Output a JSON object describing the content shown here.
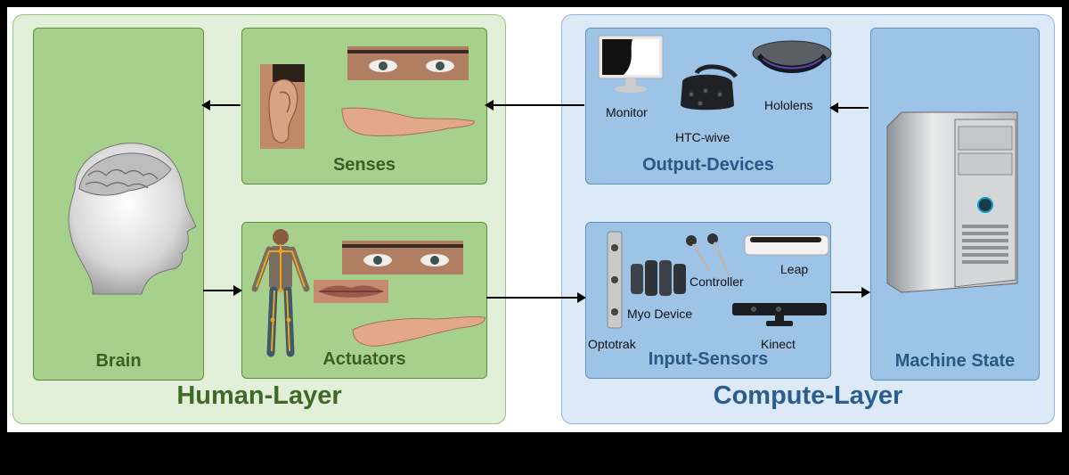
{
  "human_layer": {
    "title": "Human-Layer",
    "brain": {
      "label": "Brain"
    },
    "senses": {
      "label": "Senses"
    },
    "actuators": {
      "label": "Actuators"
    }
  },
  "compute_layer": {
    "title": "Compute-Layer",
    "output_devices": {
      "label": "Output-Devices",
      "devices": [
        "Monitor",
        "HTC-wive",
        "Hololens"
      ]
    },
    "input_sensors": {
      "label": "Input-Sensors",
      "devices": [
        "Optotrak",
        "Myo Device",
        "Controller",
        "Leap",
        "Kinect"
      ]
    },
    "machine_state": {
      "label": "Machine State"
    }
  },
  "colors": {
    "human_layer_bg": "#e2efd9",
    "human_box_bg": "#a8d08d",
    "human_text": "#3f6a26",
    "compute_layer_bg": "#dce9f6",
    "compute_box_bg": "#9dc3e6",
    "compute_text": "#2d5d8f"
  },
  "icons": [
    "brain-head-icon",
    "ear-icon",
    "eyes-icon",
    "hand-icon",
    "body-skeleton-icon",
    "lips-icon",
    "monitor-icon",
    "vr-headset-icon",
    "hololens-icon",
    "optotrak-icon",
    "myo-armband-icon",
    "controller-icon",
    "leap-motion-icon",
    "kinect-icon",
    "pc-tower-icon"
  ]
}
